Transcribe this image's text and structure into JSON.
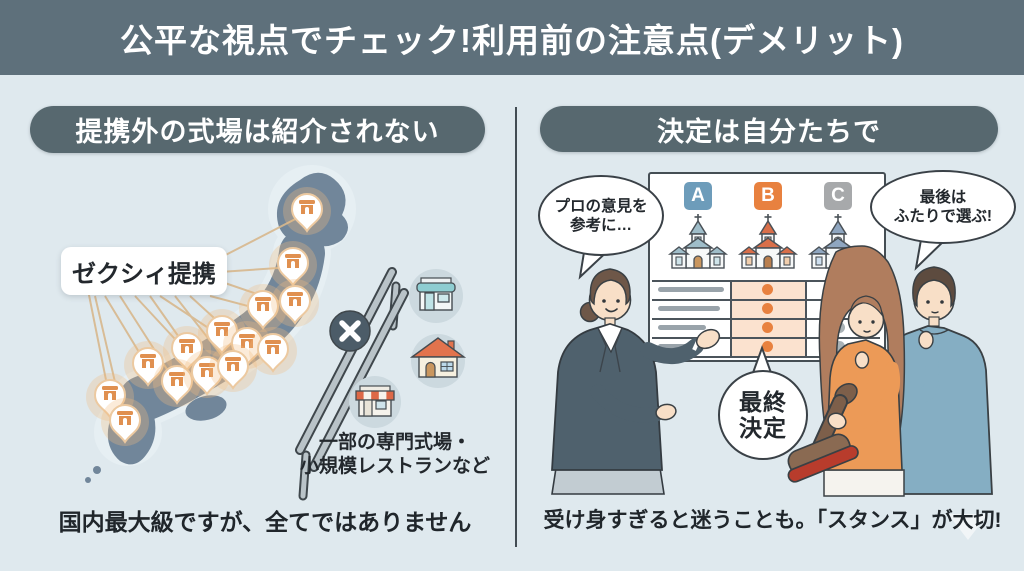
{
  "banner": {
    "title": "公平な視点でチェック!利用前の注意点(デメリット)"
  },
  "left_panel": {
    "header": "提携外の式場は紹介されない",
    "map_label": "ゼクシィ提携",
    "excluded_caption": {
      "line1": "一部の専門式場・",
      "line2": "小規模レストランなど"
    },
    "footnote": "国内最大級ですが、全てではありません",
    "map": {
      "region": "日本",
      "pin_count": 14,
      "pin_meaning": "ゼクシィ提携式場",
      "excluded_icons": [
        "shop",
        "house",
        "restaurant"
      ],
      "barrier": "x-sign"
    }
  },
  "right_panel": {
    "header": "決定は自分たちで",
    "bubble_pro": {
      "line1": "プロの意見を",
      "line2": "参考に…"
    },
    "bubble_couple": {
      "line1": "最後は",
      "line2": "ふたりで選ぶ!"
    },
    "final_decision": {
      "line1": "最終",
      "line2": "決定"
    },
    "chart": {
      "type": "comparison-table",
      "columns": [
        {
          "label": "A",
          "color": "#6d9cba"
        },
        {
          "label": "B",
          "color": "#e8813f"
        },
        {
          "label": "C",
          "color": "#a7a9ab"
        }
      ],
      "highlighted_column": "B",
      "rows": 4,
      "row_markers": {
        "B": "orange-dot",
        "C": "gray-dot"
      }
    },
    "footnote": "受け身すぎると迷うことも。「スタンス」が大切!"
  },
  "icons": {
    "venue_pin": "map-pin with venue gate glyph",
    "x_sign": "✕",
    "stamp": "hanko stamp",
    "chevron_down": "▼"
  },
  "colors": {
    "background": "#dfe9ee",
    "banner_bg": "#5e707b",
    "pill_bg": "#57686f",
    "text_dark": "#23282d",
    "map_fill": "#71869a",
    "pin_accent": "#e09050",
    "connector": "#d8b88d",
    "column_a": "#6d9cba",
    "column_b": "#e8813f",
    "column_c": "#a7a9ab",
    "highlight": "#fbe2cf",
    "stamp_base_red": "#b83c2c",
    "suit": "#4f616d",
    "bride_top": "#ec9a57",
    "groom_top": "#85aec3"
  }
}
